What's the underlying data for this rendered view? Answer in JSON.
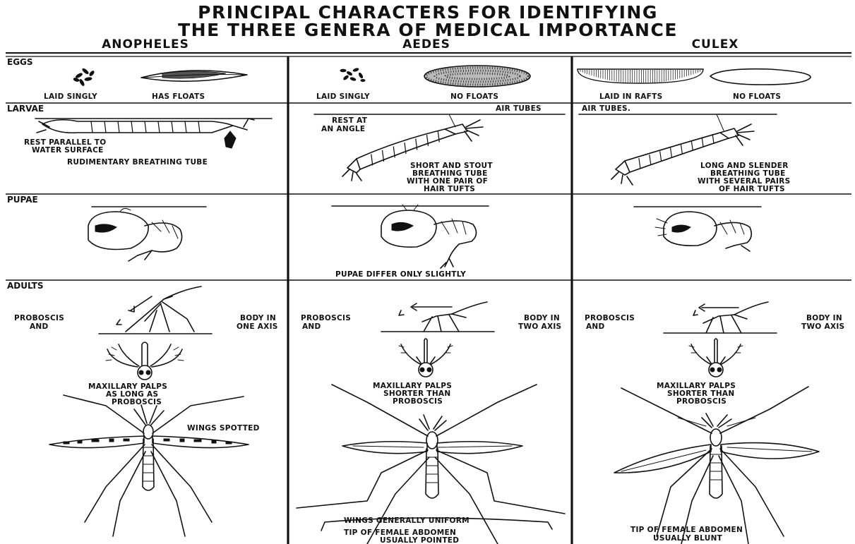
{
  "title": {
    "line1": "PRINCIPAL CHARACTERS FOR IDENTIFYING",
    "line2": "THE THREE GENERA OF MEDICAL IMPORTANCE"
  },
  "genera": [
    "ANOPHELES",
    "AEDES",
    "CULEX"
  ],
  "rows": {
    "eggs": "EGGS",
    "larvae": "LARVAE",
    "pupae": "PUPAE",
    "adults": "ADULTS"
  },
  "eggs": {
    "anopheles": [
      "LAID SINGLY",
      "HAS FLOATS"
    ],
    "aedes": [
      "LAID SINGLY",
      "NO FLOATS"
    ],
    "culex": [
      "LAID IN RAFTS",
      "NO FLOATS"
    ]
  },
  "larvae": {
    "anopheles": [
      "REST PARALLEL TO",
      "WATER SURFACE",
      "RUDIMENTARY BREATHING TUBE"
    ],
    "aedes": [
      "AIR TUBES",
      "REST AT",
      "AN ANGLE",
      "SHORT AND STOUT",
      "BREATHING TUBE",
      "WITH ONE PAIR OF",
      "HAIR TUFTS"
    ],
    "culex": [
      "AIR TUBES.",
      "LONG AND SLENDER",
      "BREATHING TUBE",
      "WITH SEVERAL PAIRS",
      "OF HAIR TUFTS"
    ]
  },
  "pupae": {
    "note": "PUPAE DIFFER ONLY SLIGHTLY"
  },
  "adults": {
    "anopheles": [
      "PROBOSCIS",
      "AND",
      "BODY IN",
      "ONE AXIS",
      "MAXILLARY PALPS",
      "AS LONG AS",
      "PROBOSCIS",
      "WINGS SPOTTED"
    ],
    "aedes": [
      "PROBOSCIS",
      "AND",
      "BODY IN",
      "TWO AXIS",
      "MAXILLARY PALPS",
      "SHORTER THAN",
      "PROBOSCIS"
    ],
    "culex": [
      "PROBOSCIS",
      "AND",
      "BODY IN",
      "TWO AXIS",
      "MAXILLARY PALPS",
      "SHORTER THAN",
      "PROBOSCIS"
    ],
    "wings_note": "WINGS GENERALLY UNIFORM",
    "tip_aedes": [
      "TIP OF FEMALE ABDOMEN",
      "USUALLY POINTED"
    ],
    "tip_culex": [
      "TIP OF FEMALE ABDOMEN",
      "USUALLY BLUNT"
    ]
  }
}
